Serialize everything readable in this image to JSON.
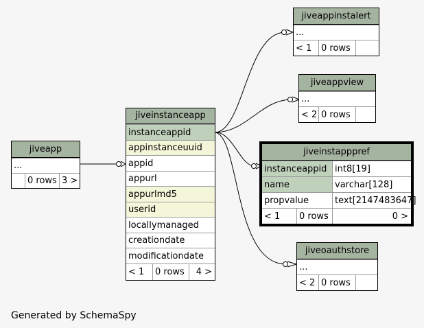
{
  "tables": {
    "jiveapp": {
      "name": "jiveapp",
      "placeholder": "...",
      "rows_label": "0 rows",
      "children_label": "3 >"
    },
    "jiveinstanceapp": {
      "name": "jiveinstanceapp",
      "columns": [
        "instanceappid",
        "appinstanceuuid",
        "appid",
        "appurl",
        "appurlmd5",
        "userid",
        "locallymanaged",
        "creationdate",
        "modificationdate"
      ],
      "parents_label": "< 1",
      "rows_label": "0 rows",
      "children_label": "4 >"
    },
    "jiveappinstalert": {
      "name": "jiveappinstalert",
      "placeholder": "...",
      "parents_label": "< 1",
      "rows_label": "0 rows"
    },
    "jiveappview": {
      "name": "jiveappview",
      "placeholder": "...",
      "parents_label": "< 2",
      "rows_label": "0 rows"
    },
    "jiveinstapppref": {
      "name": "jiveinstapppref",
      "columns": [
        {
          "name": "instanceappid",
          "type": "int8[19]"
        },
        {
          "name": "name",
          "type": "varchar[128]"
        },
        {
          "name": "propvalue",
          "type": "text[2147483647]"
        }
      ],
      "parents_label": "< 1",
      "rows_label": "0 rows",
      "children_label": "0 >"
    },
    "jiveoauthstore": {
      "name": "jiveoauthstore",
      "placeholder": "...",
      "parents_label": "< 2",
      "rows_label": "0 rows"
    }
  },
  "footer": {
    "generated_by": "Generated by SchemaSpy"
  },
  "colors": {
    "header": "#a5b3a1",
    "primary_key": "#bfd0bb",
    "indexed": "#f4f6d9",
    "background": "#f6f6f6"
  }
}
